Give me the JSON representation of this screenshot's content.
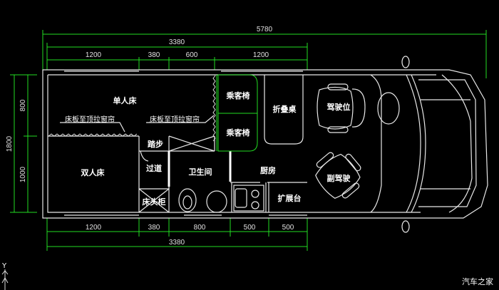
{
  "dimensions": {
    "top_total": "5780",
    "top_sub": "3380",
    "top_segments": [
      "1200",
      "380",
      "600",
      "1200"
    ],
    "bottom_segments": [
      "1200",
      "380",
      "800",
      "500",
      "500"
    ],
    "bottom_total": "3380",
    "left_total": "1800",
    "left_segments": [
      "800",
      "1000"
    ]
  },
  "rooms": {
    "single_bed": "单人床",
    "double_bed": "双人床",
    "curtain_left": "床板至顶拉窗帘",
    "curtain_right": "床板至顶拉窗帘",
    "step": "踏步",
    "aisle": "过道",
    "nightstand": "床头柜",
    "bathroom": "卫生间",
    "kitchen": "厨房",
    "extension_counter": "扩展台",
    "passenger_seat_1": "乘客椅",
    "passenger_seat_2": "乘客椅",
    "folding_table": "折叠桌",
    "driver_seat": "驾驶位",
    "codriver_seat": "副驾驶"
  },
  "axis_label": "Y",
  "watermark": "汽车之家",
  "colors": {
    "dimension": "#22dd22",
    "walls": "#e8e8e8",
    "background": "#000000"
  }
}
